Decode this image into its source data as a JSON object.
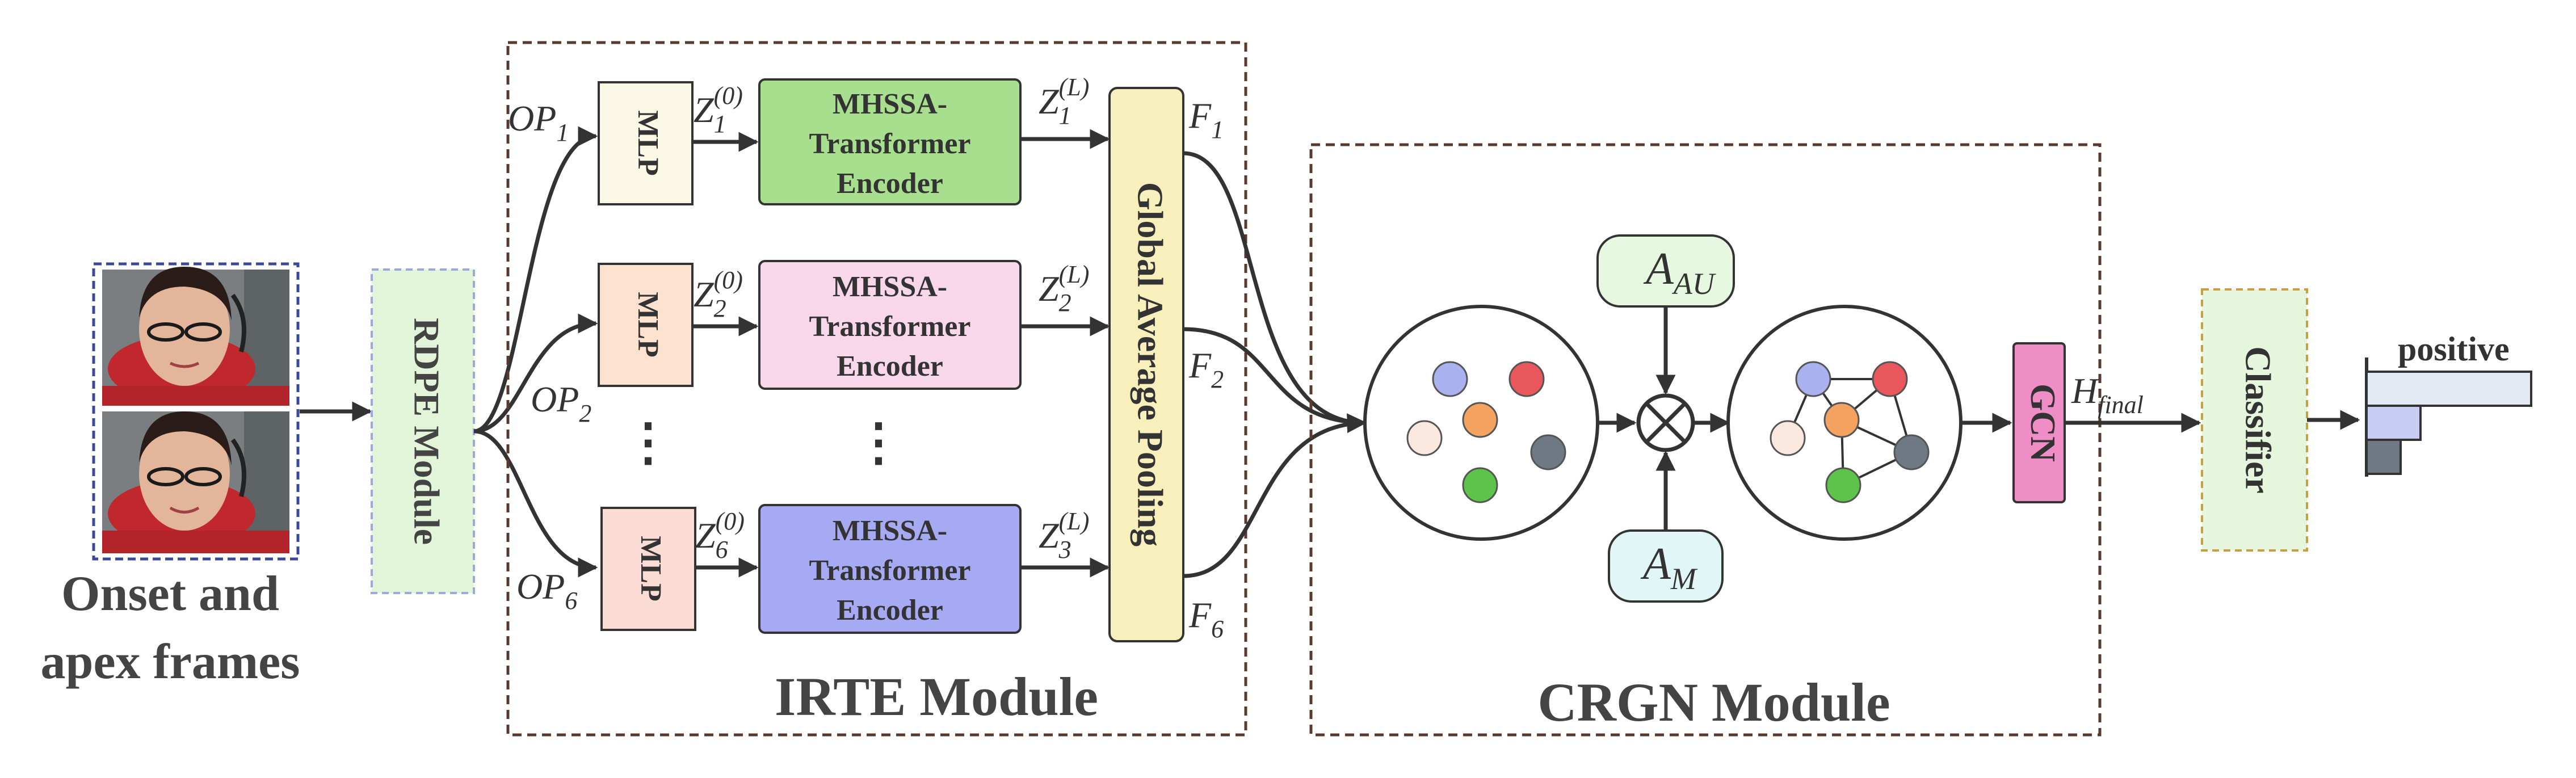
{
  "input": {
    "caption_line1": "Onset and",
    "caption_line2": "apex frames",
    "frame_onset_alt": "onset frame (face)",
    "frame_apex_alt": "apex frame (face)"
  },
  "rdpe": {
    "label": "RDPE Module"
  },
  "irte": {
    "title": "IRTE Module",
    "pooling_label": "Global Average Pooling",
    "branches": [
      {
        "op_main": "OP",
        "op_sub": "1",
        "mlp": "MLP",
        "z_in_main": "Z",
        "z_in_sub": "1",
        "z_in_sup": "(0)",
        "enc1": "MHSSA-",
        "enc2": "Transformer",
        "enc3": "Encoder",
        "z_out_main": "Z",
        "z_out_sub": "1",
        "z_out_sup": "(L)",
        "f_main": "F",
        "f_sub": "1",
        "mlp_color": "#fbf8e6",
        "enc_color": "#a8df8e"
      },
      {
        "op_main": "OP",
        "op_sub": "2",
        "mlp": "MLP",
        "z_in_main": "Z",
        "z_in_sub": "2",
        "z_in_sup": "(0)",
        "enc1": "MHSSA-",
        "enc2": "Transformer",
        "enc3": "Encoder",
        "z_out_main": "Z",
        "z_out_sub": "2",
        "z_out_sup": "(L)",
        "f_main": "F",
        "f_sub": "2",
        "mlp_color": "#fde3cf",
        "enc_color": "#f9d7ea"
      },
      {
        "op_main": "OP",
        "op_sub": "6",
        "mlp": "MLP",
        "z_in_main": "Z",
        "z_in_sub": "6",
        "z_in_sup": "(0)",
        "enc1": "MHSSA-",
        "enc2": "Transformer",
        "enc3": "Encoder",
        "z_out_main": "Z",
        "z_out_sub": "3",
        "z_out_sup": "(L)",
        "f_main": "F",
        "f_sub": "6",
        "mlp_color": "#fbdcd4",
        "enc_color": "#a6aaf2"
      }
    ],
    "ellipsis": "⋮"
  },
  "crgn": {
    "title": "CRGN Module",
    "a_au_main": "A",
    "a_au_sub": "AU",
    "a_m_main": "A",
    "a_m_sub": "M",
    "gcn": "GCN",
    "h_main": "H",
    "h_sub": "final",
    "node_colors": [
      "#a9b1ee",
      "#e8575c",
      "#f3a35f",
      "#fbe8de",
      "#6f7883",
      "#5dc34a"
    ]
  },
  "classifier": {
    "label": "Classifier"
  },
  "output": {
    "label": "positive"
  },
  "colors": {
    "rdpe_fill": "#e3f5d9",
    "rdpe_border": "#9aa9e6",
    "pooling_fill": "#f7efbc",
    "gcn_fill": "#ef8ec6",
    "classifier_fill": "#e6f6dc",
    "classifier_border": "#c89e47",
    "a_au_fill": "#e6f8df",
    "a_m_fill": "#e1f7f7",
    "module_border": "#5a3a2e",
    "frame_border": "#3a4a9a"
  }
}
